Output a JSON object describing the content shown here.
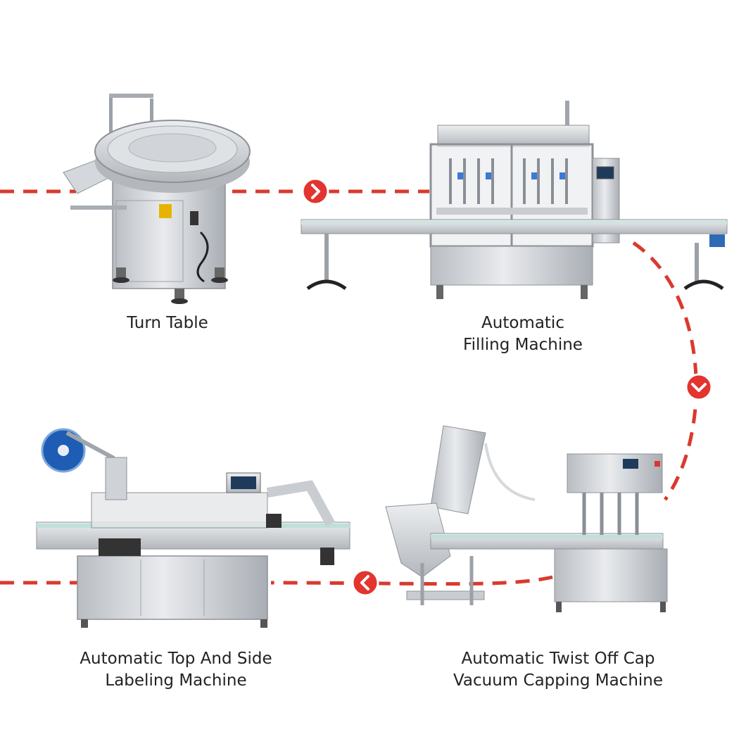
{
  "machines": [
    {
      "id": "turn-table",
      "lines": [
        "Turn Table"
      ]
    },
    {
      "id": "filling",
      "lines": [
        "Automatic",
        "Filling Machine"
      ]
    },
    {
      "id": "capping",
      "lines": [
        "Automatic Twist Off Cap",
        "Vacuum Capping Machine"
      ]
    },
    {
      "id": "labeling",
      "lines": [
        "Automatic Top And Side",
        "Labeling Machine"
      ]
    }
  ],
  "flow": {
    "line_color": "#d93a2e",
    "badge_color": "#e3342f",
    "machine_color": "#c9ccd0"
  },
  "arrows": [
    {
      "name": "arrow-right-badge",
      "icon": "chevron-right-icon"
    },
    {
      "name": "arrow-down-badge",
      "icon": "chevron-down-icon"
    },
    {
      "name": "arrow-left-badge",
      "icon": "chevron-left-icon"
    }
  ]
}
